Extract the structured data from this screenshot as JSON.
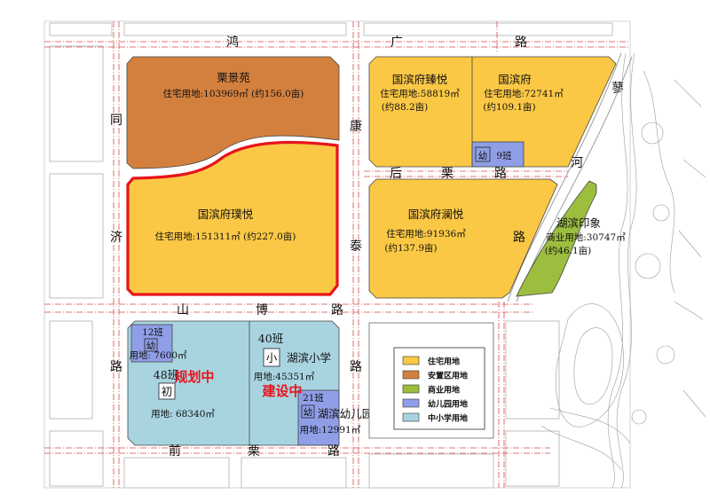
{
  "colors": {
    "residential": "#fbc845",
    "resettlement": "#d3803e",
    "commercial": "#9cbe3f",
    "kindergarten": "#8f9ee6",
    "school": "#a8d4e0",
    "highlight": "#e8141b",
    "road_line": "#d84a4a"
  },
  "roads": {
    "top": [
      "鸿",
      "广",
      "路"
    ],
    "left": [
      "同",
      "济",
      "路"
    ],
    "center_vertical": [
      "康",
      "泰",
      "路"
    ],
    "middle_horizontal": [
      "山",
      "博",
      "路"
    ],
    "hou_li": [
      "后",
      "栗",
      "路"
    ],
    "bottom": [
      "前",
      "栗",
      "路"
    ],
    "right_diag": [
      "蓼",
      "河",
      "路"
    ]
  },
  "parcels": {
    "lijingyuan": {
      "name": "栗景苑",
      "area": "住宅用地:103969㎡ (约156.0亩)"
    },
    "puyue": {
      "name": "国滨府璞悦",
      "area": "住宅用地:151311㎡ (约227.0亩)"
    },
    "zhenyue": {
      "name": "国滨府臻悦",
      "area": "住宅用地:58819㎡",
      "mu": "(约88.2亩)"
    },
    "guobinfu": {
      "name": "国滨府",
      "area": "住宅用地:72741㎡",
      "mu": "(约109.1亩)"
    },
    "kg9": {
      "icon": "幼",
      "label": "9班"
    },
    "lanyue": {
      "name": "国滨府澜悦",
      "area": "住宅用地:91936㎡",
      "mu": "(约137.9亩)"
    },
    "yinxiang": {
      "name": "湖滨印象",
      "area": "商业用地:30747㎡",
      "mu": "(约46.1亩)"
    }
  },
  "school_block": {
    "kg12": {
      "count": "12班",
      "icon": "幼",
      "area": "用地: 7600㎡"
    },
    "middle": {
      "count": "48班",
      "icon": "初",
      "area": "用地: 68340㎡"
    },
    "status_planning": "规划中",
    "primary": {
      "count": "40班",
      "icon": "小",
      "name": "湖滨小学",
      "area": "用地:45351㎡"
    },
    "status_building": "建设中",
    "kg21": {
      "count": "21班",
      "icon": "幼",
      "name": "湖滨幼儿园",
      "area": "用地:12991㎡"
    }
  },
  "legend": [
    {
      "label": "住宅用地",
      "color": "#fbc845"
    },
    {
      "label": "安置区用地",
      "color": "#d3803e"
    },
    {
      "label": "商业用地",
      "color": "#9cbe3f"
    },
    {
      "label": "幼儿园用地",
      "color": "#8f9ee6"
    },
    {
      "label": "中小学用地",
      "color": "#a8d4e0"
    }
  ]
}
